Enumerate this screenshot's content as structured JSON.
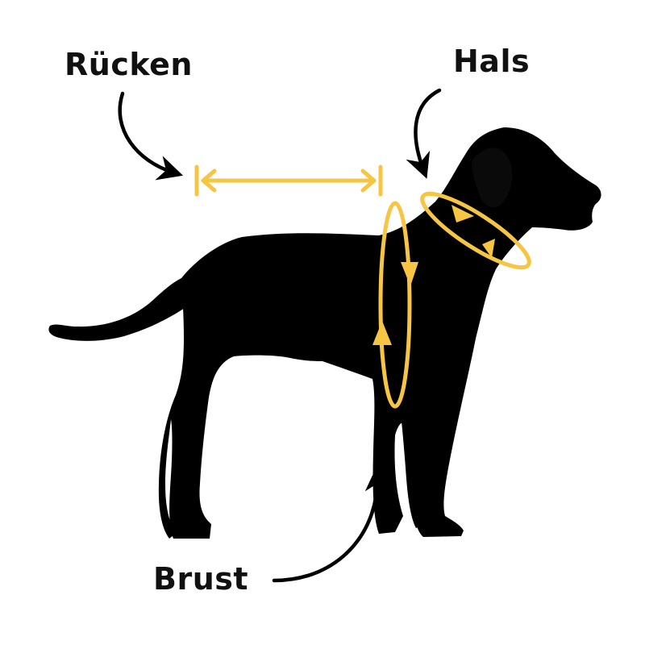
{
  "labels": {
    "back": "Rücken",
    "neck": "Hals",
    "chest": "Brust"
  },
  "colors": {
    "silhouette": "#000000",
    "measure": "#F7C544",
    "text": "#111111",
    "background": "#FFFFFF"
  },
  "icons": {
    "silhouette": "dog-silhouette-icon",
    "pointer": "curved-arrow-icon",
    "back_measure": "double-arrow-icon",
    "loop_measure": "loop-arrow-icon"
  }
}
